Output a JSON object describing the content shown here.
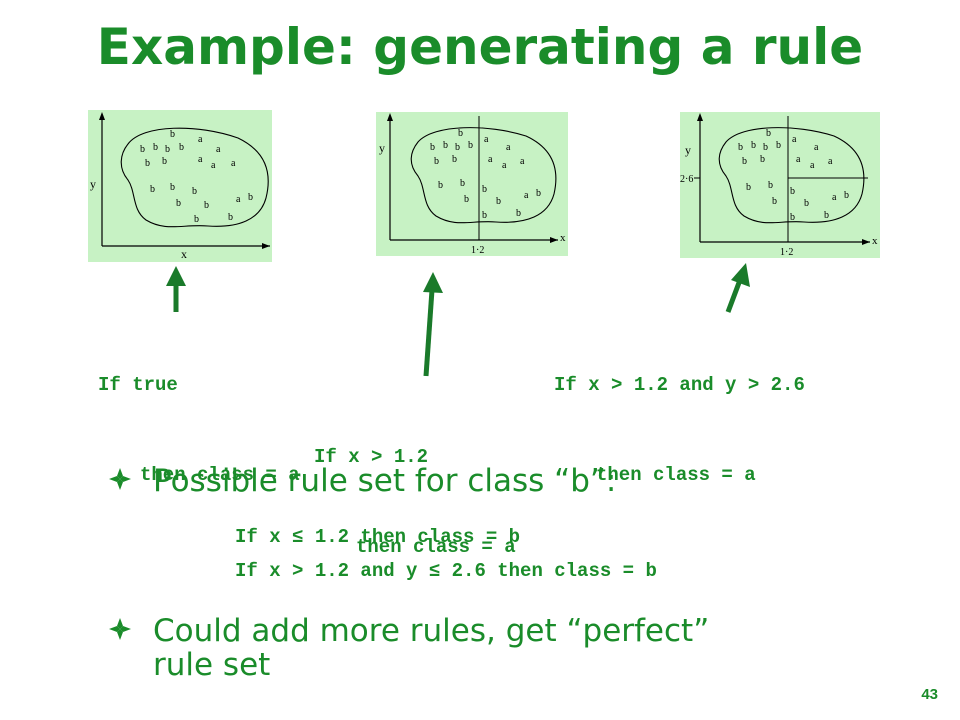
{
  "title": "Example: generating a rule",
  "colors": {
    "accent": "#1a8c2a",
    "panel_bg": "#c7f2c4"
  },
  "panels": [
    {
      "x_label": "x",
      "y_label": "y",
      "x_tick": "",
      "y_tick": "",
      "letters": [
        [
          "b",
          "b",
          "b",
          "a",
          "b",
          "a",
          "a",
          "b",
          "b",
          "a",
          "b",
          "b",
          "a",
          "a",
          "b",
          "b",
          "b",
          "b",
          "b",
          "a",
          "b",
          "b",
          "b"
        ]
      ]
    },
    {
      "x_label": "x",
      "y_label": "y",
      "x_tick": "1·2",
      "y_tick": ""
    },
    {
      "x_label": "x",
      "y_label": "y",
      "x_tick": "1·2",
      "y_tick": "2·6"
    }
  ],
  "rules": {
    "rule1": {
      "line1": "If true",
      "line2": "then class = a"
    },
    "rule2": {
      "line1": "If x > 1.2",
      "line2": "then class = a"
    },
    "rule3": {
      "line1": "If x > 1.2 and y > 2.6",
      "line2": "then class = a"
    }
  },
  "bullets": {
    "b1": "Possible rule set for class “b”:",
    "b2_line1": "Could add more rules, get “perfect”",
    "b2_line2": "rule set"
  },
  "rule_set_b": [
    "If x ≤ 1.2 then class = b",
    "If x > 1.2 and y ≤ 2.6 then class = b"
  ],
  "page_number": "43"
}
